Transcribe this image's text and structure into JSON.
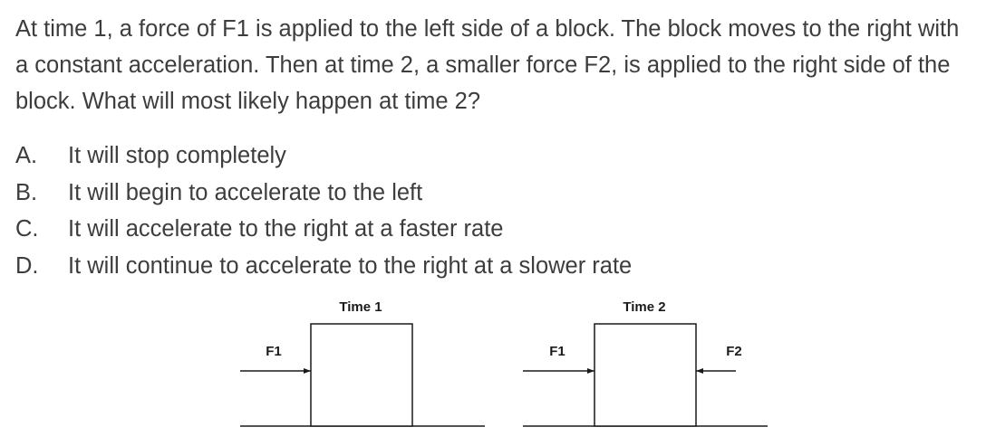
{
  "question": {
    "text": "At time 1, a force of F1 is applied to the left side of a block. The block moves to the right with a constant acceleration. Then at time 2, a smaller force F2, is applied to the right side of the block. What will most likely happen at time 2?"
  },
  "options": [
    {
      "letter": "A.",
      "text": "It will stop completely"
    },
    {
      "letter": "B.",
      "text": "It will begin to accelerate to the left"
    },
    {
      "letter": "C.",
      "text": "It will accelerate to the right at a faster rate"
    },
    {
      "letter": "D.",
      "text": "It will continue to accelerate to the right at a slower rate"
    }
  ],
  "diagram": {
    "panel1": {
      "title": "Time 1",
      "force_left": "F1"
    },
    "panel2": {
      "title": "Time 2",
      "force_left": "F1",
      "force_right": "F2"
    }
  }
}
